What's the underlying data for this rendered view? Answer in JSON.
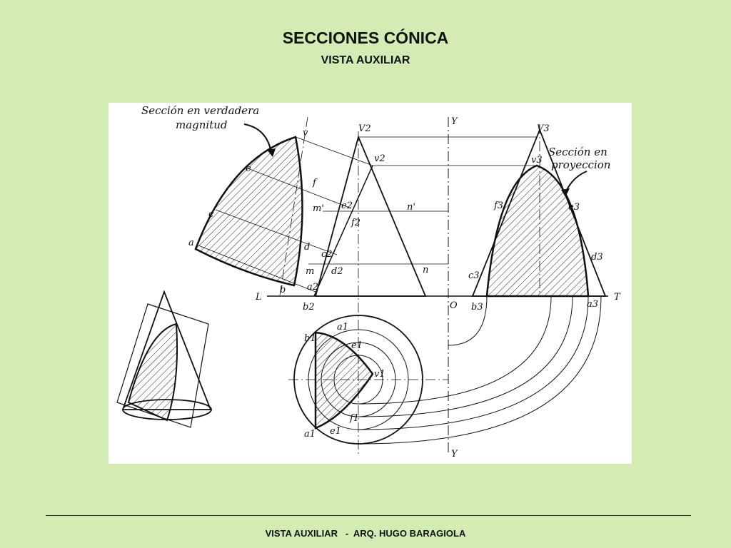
{
  "slide": {
    "title": "SECCIONES CÓNICA",
    "subtitle": "VISTA AUXILIAR",
    "footer": "VISTA AUXILIAR   -  ARQ. HUGO BARAGIOLA"
  },
  "diagram": {
    "annotations": {
      "true_size_line1": "Sección en verdadera",
      "true_size_line2": "magnitud",
      "projection_line1": "Sección en",
      "projection_line2": "proyeccion"
    },
    "labels": {
      "v": "v",
      "e": "e",
      "c": "c",
      "a": "a",
      "b": "b",
      "f": "f",
      "d": "d",
      "m_prime": "m'",
      "m": "m",
      "e2": "e2",
      "f2": "f2",
      "c2": "c2",
      "d2": "d2",
      "a2": "a2",
      "b2": "b2",
      "n_prime": "n'",
      "n": "n",
      "V2_top": "V2",
      "v2": "v2",
      "Y_top": "Y",
      "Y_bottom": "Y",
      "V3": "V3",
      "v3": "v3",
      "f3": "f3",
      "e3": "e3",
      "d3": "d3",
      "c3": "c3",
      "b3": "b3",
      "a3": "a3",
      "L": "L",
      "T": "T",
      "O": "O",
      "a1_top": "a1",
      "b1": "b1",
      "e1_upper": "e1",
      "v1": "v1",
      "f1": "f1",
      "e1_lower": "e1",
      "a1_bottom": "a1"
    },
    "colors": {
      "background": "#d4ecb4",
      "paper": "#ffffff",
      "ink": "#111111"
    }
  }
}
